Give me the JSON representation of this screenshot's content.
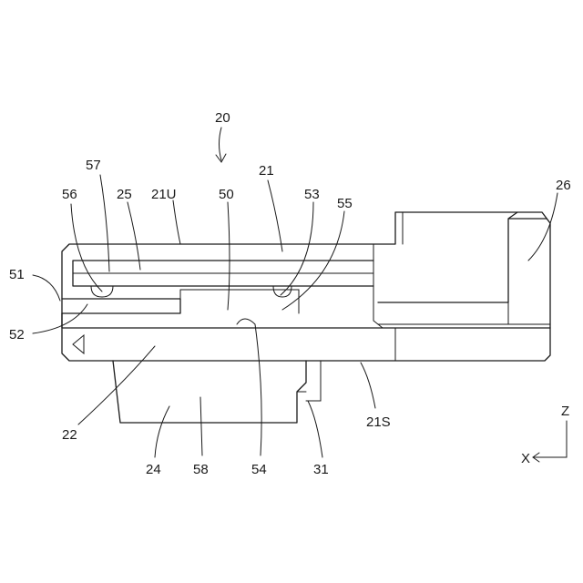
{
  "figure": {
    "assembly_label": "20",
    "labels": {
      "l57": "57",
      "l56": "56",
      "l25": "25",
      "l21u": "21U",
      "l50": "50",
      "l21": "21",
      "l53": "53",
      "l55": "55",
      "l26": "26",
      "l51": "51",
      "l52": "52",
      "l22": "22",
      "l24": "24",
      "l58": "58",
      "l54": "54",
      "l31": "31",
      "l21s": "21S"
    },
    "axes": {
      "z": "Z",
      "x": "X"
    }
  }
}
